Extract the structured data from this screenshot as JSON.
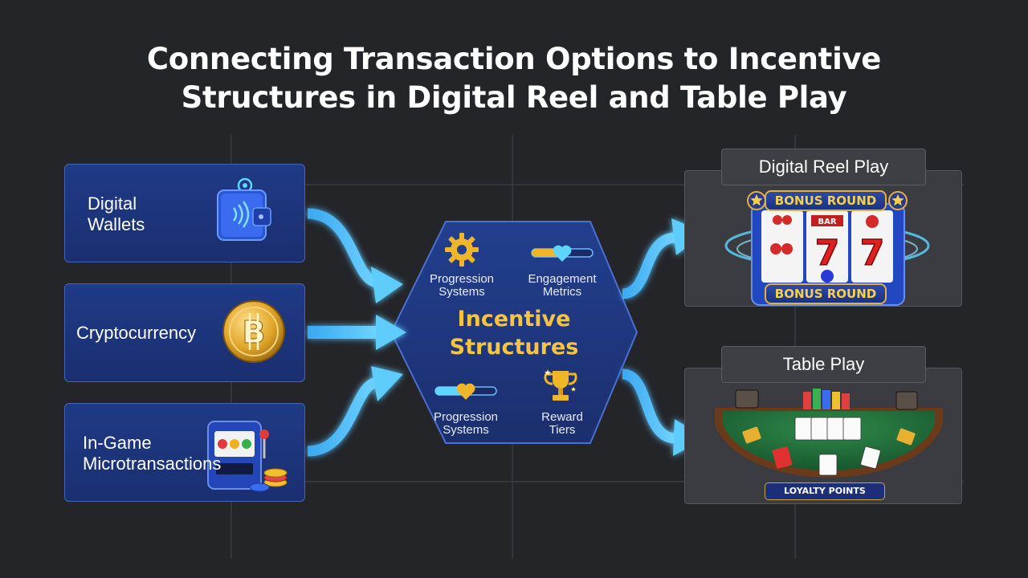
{
  "title": {
    "line1": "Connecting Transaction Options to Incentive",
    "line2": "Structures in Digital Reel and Table Play"
  },
  "sources": [
    {
      "line1": "Digital",
      "line2": "Wallets",
      "icon": "wallet-icon"
    },
    {
      "line1": "Cryptocurrency",
      "icon": "bitcoin-icon"
    },
    {
      "line1": "In-Game",
      "line2": "Microtransactions",
      "icon": "slot-machine-icon"
    }
  ],
  "hub": {
    "title_line1": "Incentive",
    "title_line2": "Structures",
    "items": [
      {
        "line1": "Progression",
        "line2": "Systems",
        "icon": "gear-icon"
      },
      {
        "line1": "Engagement",
        "line2": "Metrics",
        "icon": "heart-slider-icon"
      },
      {
        "line1": "Progression",
        "line2": "Systems",
        "icon": "heart-slider-icon"
      },
      {
        "line1": "Reward",
        "line2": "Tiers",
        "icon": "trophy-icon"
      }
    ]
  },
  "outputs": {
    "reel": {
      "label": "Digital Reel Play",
      "banner_top": "BONUS ROUND",
      "banner_bottom": "BONUS ROUND",
      "reel_text": "BAR"
    },
    "table": {
      "label": "Table Play",
      "badge": "LOYALTY POINTS"
    }
  },
  "colors": {
    "background": "#242529",
    "box": "#1f3a86",
    "accent": "#f6c443",
    "arrow": "#4fc3f7"
  }
}
